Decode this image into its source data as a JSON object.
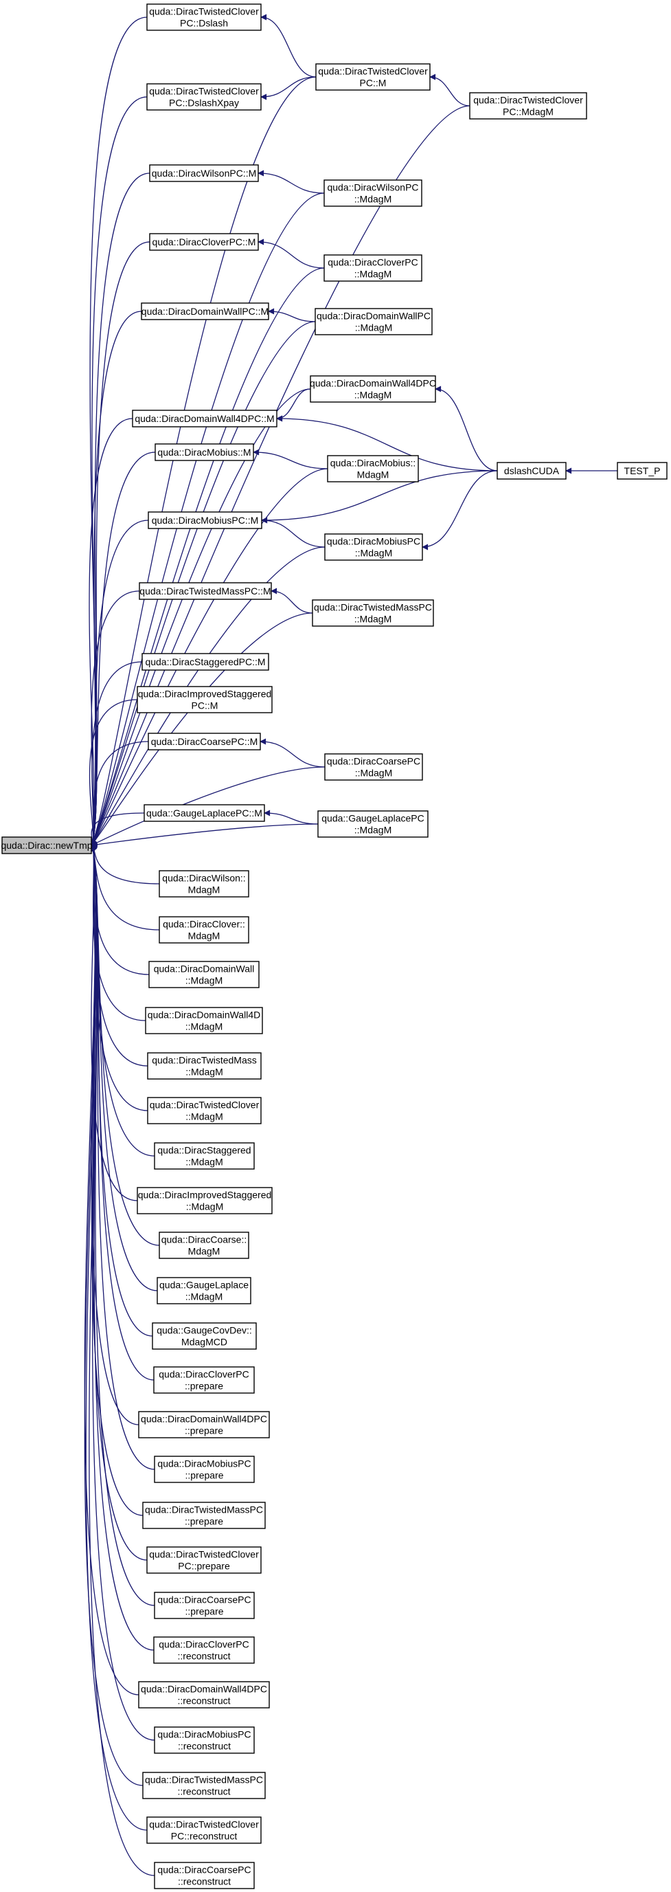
{
  "colors": {
    "edge": "#191970",
    "root_fill": "#bfbfbf",
    "node_fill": "#ffffff",
    "node_border": "#000000"
  },
  "nodes": [
    {
      "id": "newTmp",
      "lines": [
        "quda::Dirac::newTmp"
      ],
      "root": true
    },
    {
      "id": "tc_dslash",
      "lines": [
        "quda::DiracTwistedClover",
        "PC::Dslash"
      ]
    },
    {
      "id": "tc_dslashxpay",
      "lines": [
        "quda::DiracTwistedClover",
        "PC::DslashXpay"
      ]
    },
    {
      "id": "tc_m",
      "lines": [
        "quda::DiracTwistedClover",
        "PC::M"
      ]
    },
    {
      "id": "tc_mdagm",
      "lines": [
        "quda::DiracTwistedClover",
        "PC::MdagM"
      ]
    },
    {
      "id": "wilson_m",
      "lines": [
        "quda::DiracWilsonPC::M"
      ]
    },
    {
      "id": "wilson_mdagm",
      "lines": [
        "quda::DiracWilsonPC",
        "::MdagM"
      ]
    },
    {
      "id": "clover_m",
      "lines": [
        "quda::DiracCloverPC::M"
      ]
    },
    {
      "id": "clover_mdagm",
      "lines": [
        "quda::DiracCloverPC",
        "::MdagM"
      ]
    },
    {
      "id": "dw_m",
      "lines": [
        "quda::DiracDomainWallPC::M"
      ]
    },
    {
      "id": "dw_mdagm",
      "lines": [
        "quda::DiracDomainWallPC",
        "::MdagM"
      ]
    },
    {
      "id": "dw4_mdagm",
      "lines": [
        "quda::DiracDomainWall4DPC",
        "::MdagM"
      ]
    },
    {
      "id": "dw4_m",
      "lines": [
        "quda::DiracDomainWall4DPC::M"
      ]
    },
    {
      "id": "mob_m",
      "lines": [
        "quda::DiracMobius::M"
      ]
    },
    {
      "id": "mob_mdagm",
      "lines": [
        "quda::DiracMobius::",
        "MdagM"
      ]
    },
    {
      "id": "dslashcuda",
      "lines": [
        "dslashCUDA"
      ]
    },
    {
      "id": "test_p",
      "lines": [
        "TEST_P"
      ]
    },
    {
      "id": "mobpc_m",
      "lines": [
        "quda::DiracMobiusPC::M"
      ]
    },
    {
      "id": "mobpc_mdagm",
      "lines": [
        "quda::DiracMobiusPC",
        "::MdagM"
      ]
    },
    {
      "id": "tm_m",
      "lines": [
        "quda::DiracTwistedMassPC::M"
      ]
    },
    {
      "id": "tm_mdagm",
      "lines": [
        "quda::DiracTwistedMassPC",
        "::MdagM"
      ]
    },
    {
      "id": "stag_m",
      "lines": [
        "quda::DiracStaggeredPC::M"
      ]
    },
    {
      "id": "istag_m",
      "lines": [
        "quda::DiracImprovedStaggered",
        "PC::M"
      ]
    },
    {
      "id": "coarse_m",
      "lines": [
        "quda::DiracCoarsePC::M"
      ]
    },
    {
      "id": "coarse_mdagm",
      "lines": [
        "quda::DiracCoarsePC",
        "::MdagM"
      ]
    },
    {
      "id": "gl_m",
      "lines": [
        "quda::GaugeLaplacePC::M"
      ]
    },
    {
      "id": "gl_mdagm",
      "lines": [
        "quda::GaugeLaplacePC",
        "::MdagM"
      ]
    },
    {
      "id": "w_mdagm",
      "lines": [
        "quda::DiracWilson::",
        "MdagM"
      ]
    },
    {
      "id": "c_mdagm",
      "lines": [
        "quda::DiracClover::",
        "MdagM"
      ]
    },
    {
      "id": "dwall_mdagm",
      "lines": [
        "quda::DiracDomainWall",
        "::MdagM"
      ]
    },
    {
      "id": "dwall4d_mdagm",
      "lines": [
        "quda::DiracDomainWall4D",
        "::MdagM"
      ]
    },
    {
      "id": "tmass_mdagm",
      "lines": [
        "quda::DiracTwistedMass",
        "::MdagM"
      ]
    },
    {
      "id": "tclov_mdagm",
      "lines": [
        "quda::DiracTwistedClover",
        "::MdagM"
      ]
    },
    {
      "id": "stagg_mdagm",
      "lines": [
        "quda::DiracStaggered",
        "::MdagM"
      ]
    },
    {
      "id": "istagg_mdagm",
      "lines": [
        "quda::DiracImprovedStaggered",
        "::MdagM"
      ]
    },
    {
      "id": "coarse2_mdagm",
      "lines": [
        "quda::DiracCoarse::",
        "MdagM"
      ]
    },
    {
      "id": "glap_mdagm",
      "lines": [
        "quda::GaugeLaplace",
        "::MdagM"
      ]
    },
    {
      "id": "gcov_mdagmcd",
      "lines": [
        "quda::GaugeCovDev::",
        "MdagMCD"
      ]
    },
    {
      "id": "clpc_prep",
      "lines": [
        "quda::DiracCloverPC",
        "::prepare"
      ]
    },
    {
      "id": "dw4pc_prep",
      "lines": [
        "quda::DiracDomainWall4DPC",
        "::prepare"
      ]
    },
    {
      "id": "mobpc_prep",
      "lines": [
        "quda::DiracMobiusPC",
        "::prepare"
      ]
    },
    {
      "id": "tmpc_prep",
      "lines": [
        "quda::DiracTwistedMassPC",
        "::prepare"
      ]
    },
    {
      "id": "tcpc_prep",
      "lines": [
        "quda::DiracTwistedClover",
        "PC::prepare"
      ]
    },
    {
      "id": "cpc_prep",
      "lines": [
        "quda::DiracCoarsePC",
        "::prepare"
      ]
    },
    {
      "id": "clpc_rec",
      "lines": [
        "quda::DiracCloverPC",
        "::reconstruct"
      ]
    },
    {
      "id": "dw4pc_rec",
      "lines": [
        "quda::DiracDomainWall4DPC",
        "::reconstruct"
      ]
    },
    {
      "id": "mobpc_rec",
      "lines": [
        "quda::DiracMobiusPC",
        "::reconstruct"
      ]
    },
    {
      "id": "tmpc_rec",
      "lines": [
        "quda::DiracTwistedMassPC",
        "::reconstruct"
      ]
    },
    {
      "id": "tcpc_rec",
      "lines": [
        "quda::DiracTwistedClover",
        "PC::reconstruct"
      ]
    },
    {
      "id": "cpc_rec",
      "lines": [
        "quda::DiracCoarsePC",
        "::reconstruct"
      ]
    }
  ],
  "edges": [
    [
      "tc_dslash",
      "newTmp"
    ],
    [
      "tc_dslashxpay",
      "newTmp"
    ],
    [
      "tc_m",
      "newTmp"
    ],
    [
      "tc_mdagm",
      "newTmp"
    ],
    [
      "tc_m",
      "tc_dslash"
    ],
    [
      "tc_m",
      "tc_dslashxpay"
    ],
    [
      "tc_mdagm",
      "tc_m"
    ],
    [
      "wilson_m",
      "newTmp"
    ],
    [
      "wilson_mdagm",
      "newTmp"
    ],
    [
      "wilson_mdagm",
      "wilson_m"
    ],
    [
      "clover_m",
      "newTmp"
    ],
    [
      "clover_mdagm",
      "newTmp"
    ],
    [
      "clover_mdagm",
      "clover_m"
    ],
    [
      "dw_m",
      "newTmp"
    ],
    [
      "dw_mdagm",
      "newTmp"
    ],
    [
      "dw_mdagm",
      "dw_m"
    ],
    [
      "dw4_mdagm",
      "newTmp"
    ],
    [
      "dw4_m",
      "newTmp"
    ],
    [
      "dw4_mdagm",
      "dw4_m"
    ],
    [
      "dslashcuda",
      "dw4_mdagm"
    ],
    [
      "dslashcuda",
      "dw4_m"
    ],
    [
      "mob_m",
      "newTmp"
    ],
    [
      "mob_mdagm",
      "newTmp"
    ],
    [
      "mob_mdagm",
      "mob_m"
    ],
    [
      "test_p",
      "dslashcuda"
    ],
    [
      "dslashcuda",
      "mobpc_m"
    ],
    [
      "dslashcuda",
      "mobpc_mdagm"
    ],
    [
      "mobpc_m",
      "newTmp"
    ],
    [
      "mobpc_mdagm",
      "newTmp"
    ],
    [
      "mobpc_mdagm",
      "mobpc_m"
    ],
    [
      "tm_m",
      "newTmp"
    ],
    [
      "tm_mdagm",
      "newTmp"
    ],
    [
      "tm_mdagm",
      "tm_m"
    ],
    [
      "stag_m",
      "newTmp"
    ],
    [
      "istag_m",
      "newTmp"
    ],
    [
      "coarse_m",
      "newTmp"
    ],
    [
      "coarse_mdagm",
      "newTmp"
    ],
    [
      "coarse_mdagm",
      "coarse_m"
    ],
    [
      "gl_m",
      "newTmp"
    ],
    [
      "gl_mdagm",
      "newTmp"
    ],
    [
      "gl_mdagm",
      "gl_m"
    ],
    [
      "w_mdagm",
      "newTmp"
    ],
    [
      "c_mdagm",
      "newTmp"
    ],
    [
      "dwall_mdagm",
      "newTmp"
    ],
    [
      "dwall4d_mdagm",
      "newTmp"
    ],
    [
      "tmass_mdagm",
      "newTmp"
    ],
    [
      "tclov_mdagm",
      "newTmp"
    ],
    [
      "stagg_mdagm",
      "newTmp"
    ],
    [
      "istagg_mdagm",
      "newTmp"
    ],
    [
      "coarse2_mdagm",
      "newTmp"
    ],
    [
      "glap_mdagm",
      "newTmp"
    ],
    [
      "gcov_mdagmcd",
      "newTmp"
    ],
    [
      "clpc_prep",
      "newTmp"
    ],
    [
      "dw4pc_prep",
      "newTmp"
    ],
    [
      "mobpc_prep",
      "newTmp"
    ],
    [
      "tmpc_prep",
      "newTmp"
    ],
    [
      "tcpc_prep",
      "newTmp"
    ],
    [
      "cpc_prep",
      "newTmp"
    ],
    [
      "clpc_rec",
      "newTmp"
    ],
    [
      "dw4pc_rec",
      "newTmp"
    ],
    [
      "mobpc_rec",
      "newTmp"
    ],
    [
      "tmpc_rec",
      "newTmp"
    ],
    [
      "tcpc_rec",
      "newTmp"
    ],
    [
      "cpc_rec",
      "newTmp"
    ]
  ]
}
